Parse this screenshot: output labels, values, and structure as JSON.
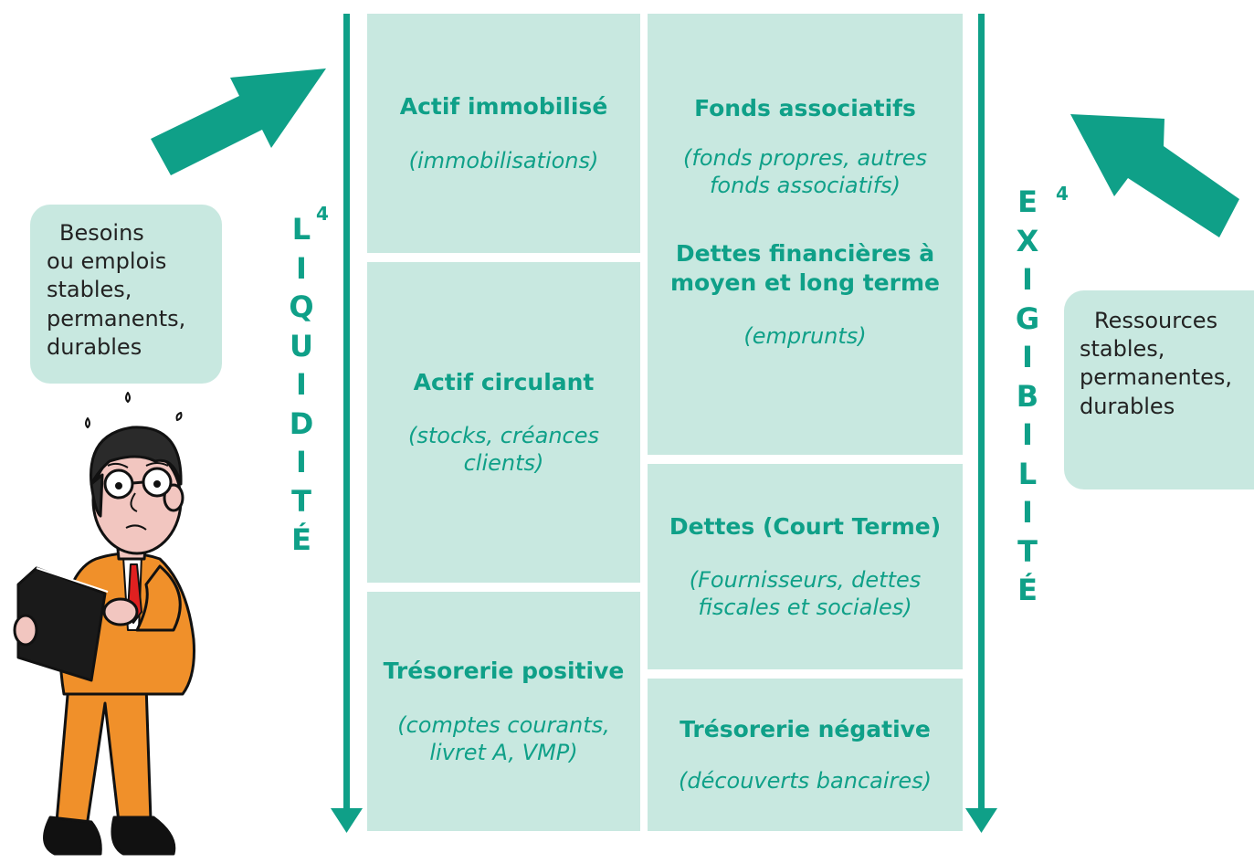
{
  "left_column": [
    {
      "title": "Actif immobilisé",
      "subtitle": "(immobilisations)"
    },
    {
      "title": "Actif circulant",
      "subtitle_lines": [
        "(stocks, créances",
        "clients)"
      ]
    },
    {
      "title": "Trésorerie positive",
      "subtitle_lines": [
        "(comptes courants,",
        "livret A, VMP)"
      ]
    }
  ],
  "right_column": [
    {
      "title": "Fonds associatifs",
      "subtitle_lines": [
        "(fonds propres, autres",
        "fonds associatifs)"
      ],
      "title2_lines": [
        "Dettes financières à",
        "moyen et long terme"
      ],
      "subtitle2": "(emprunts)"
    },
    {
      "title": "Dettes (Court Terme)",
      "subtitle_lines": [
        "(Fournisseurs, dettes",
        "fiscales et sociales)"
      ]
    },
    {
      "title": "Trésorerie négative",
      "subtitle": "(découverts bancaires)"
    }
  ],
  "liquidite": {
    "letters": [
      "L",
      "I",
      "Q",
      "U",
      "I",
      "D",
      "I",
      "T",
      "É"
    ],
    "superscript": "4"
  },
  "exigibilite": {
    "letters": [
      "E",
      "X",
      "I",
      "G",
      "I",
      "B",
      "I",
      "L",
      "I",
      "T",
      "É"
    ],
    "superscript": "4"
  },
  "bubble_left": {
    "lines": [
      "Besoins",
      "ou emplois",
      "stables,",
      "permanents,",
      "durables"
    ]
  },
  "bubble_right": {
    "lines": [
      "Ressources",
      "stables,",
      "permanentes,",
      "durables"
    ]
  },
  "colors": {
    "accent": "#0fa088",
    "cell_bg": "#c8e8e0",
    "jacket": "#f0902a"
  }
}
